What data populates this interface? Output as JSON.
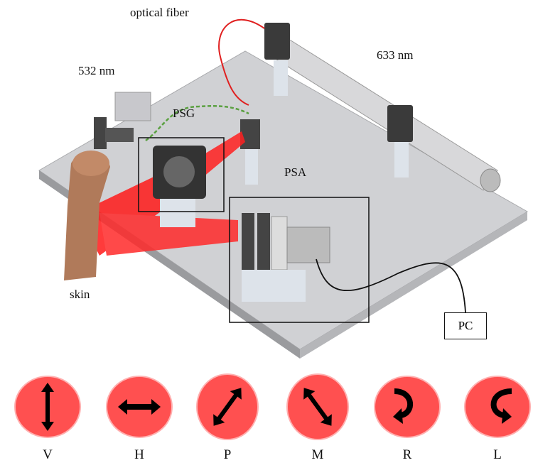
{
  "labels": {
    "optical_fiber": "optical fiber",
    "laser_532": "532 nm",
    "laser_633": "633 nm",
    "psg": "PSG",
    "psa": "PSA",
    "skin": "skin",
    "pc": "PC"
  },
  "polarization_states": [
    {
      "label": "V",
      "icon": "vertical-arrow"
    },
    {
      "label": "H",
      "icon": "horizontal-arrow"
    },
    {
      "label": "P",
      "icon": "diagonal-plus45-arrow"
    },
    {
      "label": "M",
      "icon": "diagonal-minus45-arrow"
    },
    {
      "label": "R",
      "icon": "right-circular-arrow"
    },
    {
      "label": "L",
      "icon": "left-circular-arrow"
    }
  ],
  "colors": {
    "beam": "#ff2020",
    "state_circle": "#ff5050",
    "fiber": "#e02020",
    "green_fiber": "#5aa040",
    "table": "#c8c9cc"
  }
}
